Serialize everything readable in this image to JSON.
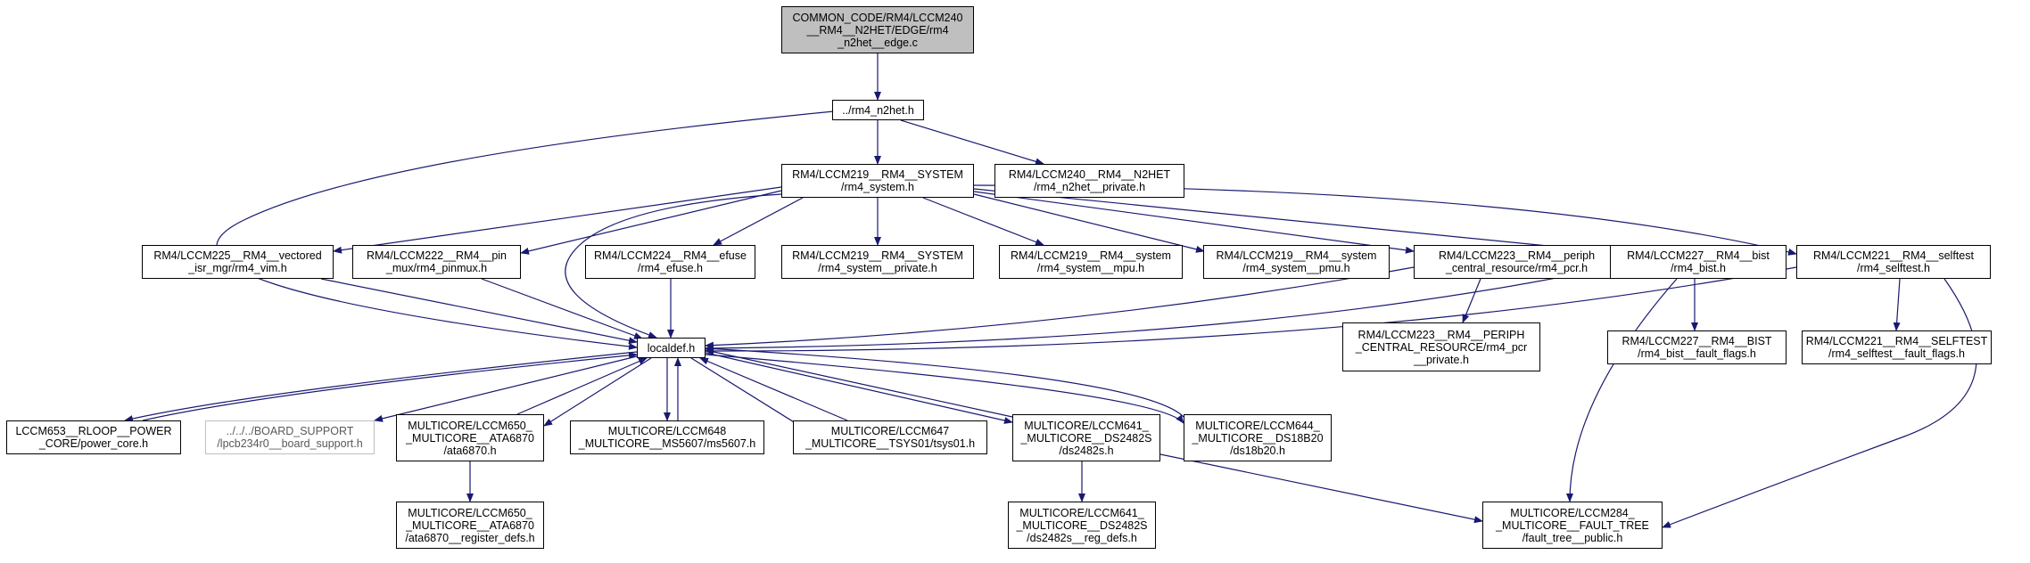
{
  "edge_color": "#191970",
  "nodes": {
    "edge_c": {
      "label": "COMMON_CODE/RM4/LCCM240\n__RM4__N2HET/EDGE/rm4\n_n2het__edge.c",
      "kind": "root"
    },
    "n2het_h": {
      "label": "../rm4_n2het.h"
    },
    "system_h": {
      "label": "RM4/LCCM219__RM4__SYSTEM\n/rm4_system.h"
    },
    "n2het_private": {
      "label": "RM4/LCCM240__RM4__N2HET\n/rm4_n2het__private.h"
    },
    "vim_h": {
      "label": "RM4/LCCM225__RM4__vectored\n_isr_mgr/rm4_vim.h"
    },
    "pinmux_h": {
      "label": "RM4/LCCM222__RM4__pin\n_mux/rm4_pinmux.h"
    },
    "efuse_h": {
      "label": "RM4/LCCM224__RM4__efuse\n/rm4_efuse.h"
    },
    "system_private": {
      "label": "RM4/LCCM219__RM4__SYSTEM\n/rm4_system__private.h"
    },
    "system_mpu": {
      "label": "RM4/LCCM219__RM4__system\n/rm4_system__mpu.h"
    },
    "system_pmu": {
      "label": "RM4/LCCM219__RM4__system\n/rm4_system__pmu.h"
    },
    "pcr_h": {
      "label": "RM4/LCCM223__RM4__periph\n_central_resource/rm4_pcr.h"
    },
    "bist_h": {
      "label": "RM4/LCCM227__RM4__bist\n/rm4_bist.h"
    },
    "selftest_h": {
      "label": "RM4/LCCM221__RM4__selftest\n/rm4_selftest.h"
    },
    "localdef_h": {
      "label": "localdef.h"
    },
    "pcr_private": {
      "label": "RM4/LCCM223__RM4__PERIPH\n_CENTRAL_RESOURCE/rm4_pcr\n__private.h"
    },
    "bist_fault": {
      "label": "RM4/LCCM227__RM4__BIST\n/rm4_bist__fault_flags.h"
    },
    "selftest_fault": {
      "label": "RM4/LCCM221__RM4__SELFTEST\n/rm4_selftest__fault_flags.h"
    },
    "power_core": {
      "label": "LCCM653__RLOOP__POWER\n_CORE/power_core.h"
    },
    "board_support": {
      "label": "../../../BOARD_SUPPORT\n/lpcb234r0__board_support.h",
      "kind": "ghost"
    },
    "ata6870_h": {
      "label": "MULTICORE/LCCM650_\n_MULTICORE__ATA6870\n/ata6870.h"
    },
    "ms5607_h": {
      "label": "MULTICORE/LCCM648\n_MULTICORE__MS5607/ms5607.h"
    },
    "tsys01_h": {
      "label": "MULTICORE/LCCM647\n_MULTICORE__TSYS01/tsys01.h"
    },
    "ds2482s_h": {
      "label": "MULTICORE/LCCM641_\n_MULTICORE__DS2482S\n/ds2482s.h"
    },
    "ds18b20_h": {
      "label": "MULTICORE/LCCM644_\n_MULTICORE__DS18B20\n/ds18b20.h"
    },
    "ata6870_reg": {
      "label": "MULTICORE/LCCM650_\n_MULTICORE__ATA6870\n/ata6870__register_defs.h"
    },
    "ds2482s_reg": {
      "label": "MULTICORE/LCCM641_\n_MULTICORE__DS2482S\n/ds2482s__reg_defs.h"
    },
    "fault_tree": {
      "label": "MULTICORE/LCCM284_\n_MULTICORE__FAULT_TREE\n/fault_tree__public.h"
    }
  }
}
